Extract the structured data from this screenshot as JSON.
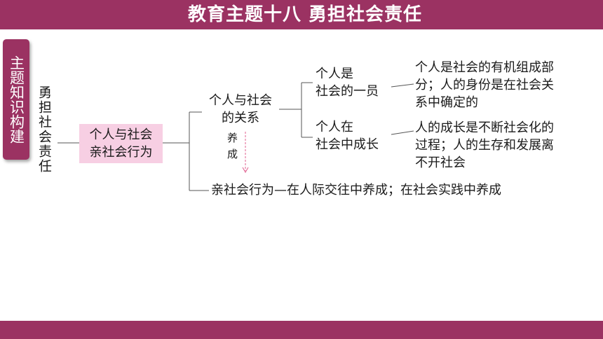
{
  "header": {
    "title": "教育主题十八 勇担社会责任"
  },
  "side_tab": {
    "label": "主题知识构建"
  },
  "topic_vertical": "勇担社会责任",
  "diagram": {
    "root": "个人与社会\n亲社会行为",
    "relation": "个人与社会\n的关系",
    "relation_items": [
      {
        "label": "个人是\n社会的一员",
        "detail": "个人是社会的有机组成部\n分；人的身份是在社会关\n系中确定的"
      },
      {
        "label": "个人在\n社会中成长",
        "detail": "人的成长是不断社会化的\n过程；人的生存和发展离\n不开社会"
      }
    ],
    "arrow_label": "养成",
    "prosocial": "亲社会行为—在人际交往中养成；在社会实践中养成"
  },
  "colors": {
    "brand": "#9b3262",
    "box": "#f7cfe3",
    "arrow": "#e0608f"
  }
}
